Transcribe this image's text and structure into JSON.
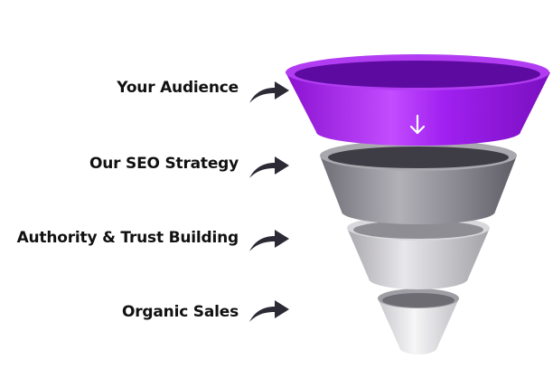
{
  "stages": [
    {
      "label": "Your Audience",
      "color": "#9b1ee0"
    },
    {
      "label": "Our SEO Strategy",
      "color": "#8c8a92"
    },
    {
      "label": "Authority & Trust Building",
      "color": "#c9c8cd"
    },
    {
      "label": "Organic Sales",
      "color": "#e4e3e6"
    }
  ],
  "icons": {
    "flow": "arrow-down-icon",
    "pointer": "curved-arrow-right-icon"
  }
}
